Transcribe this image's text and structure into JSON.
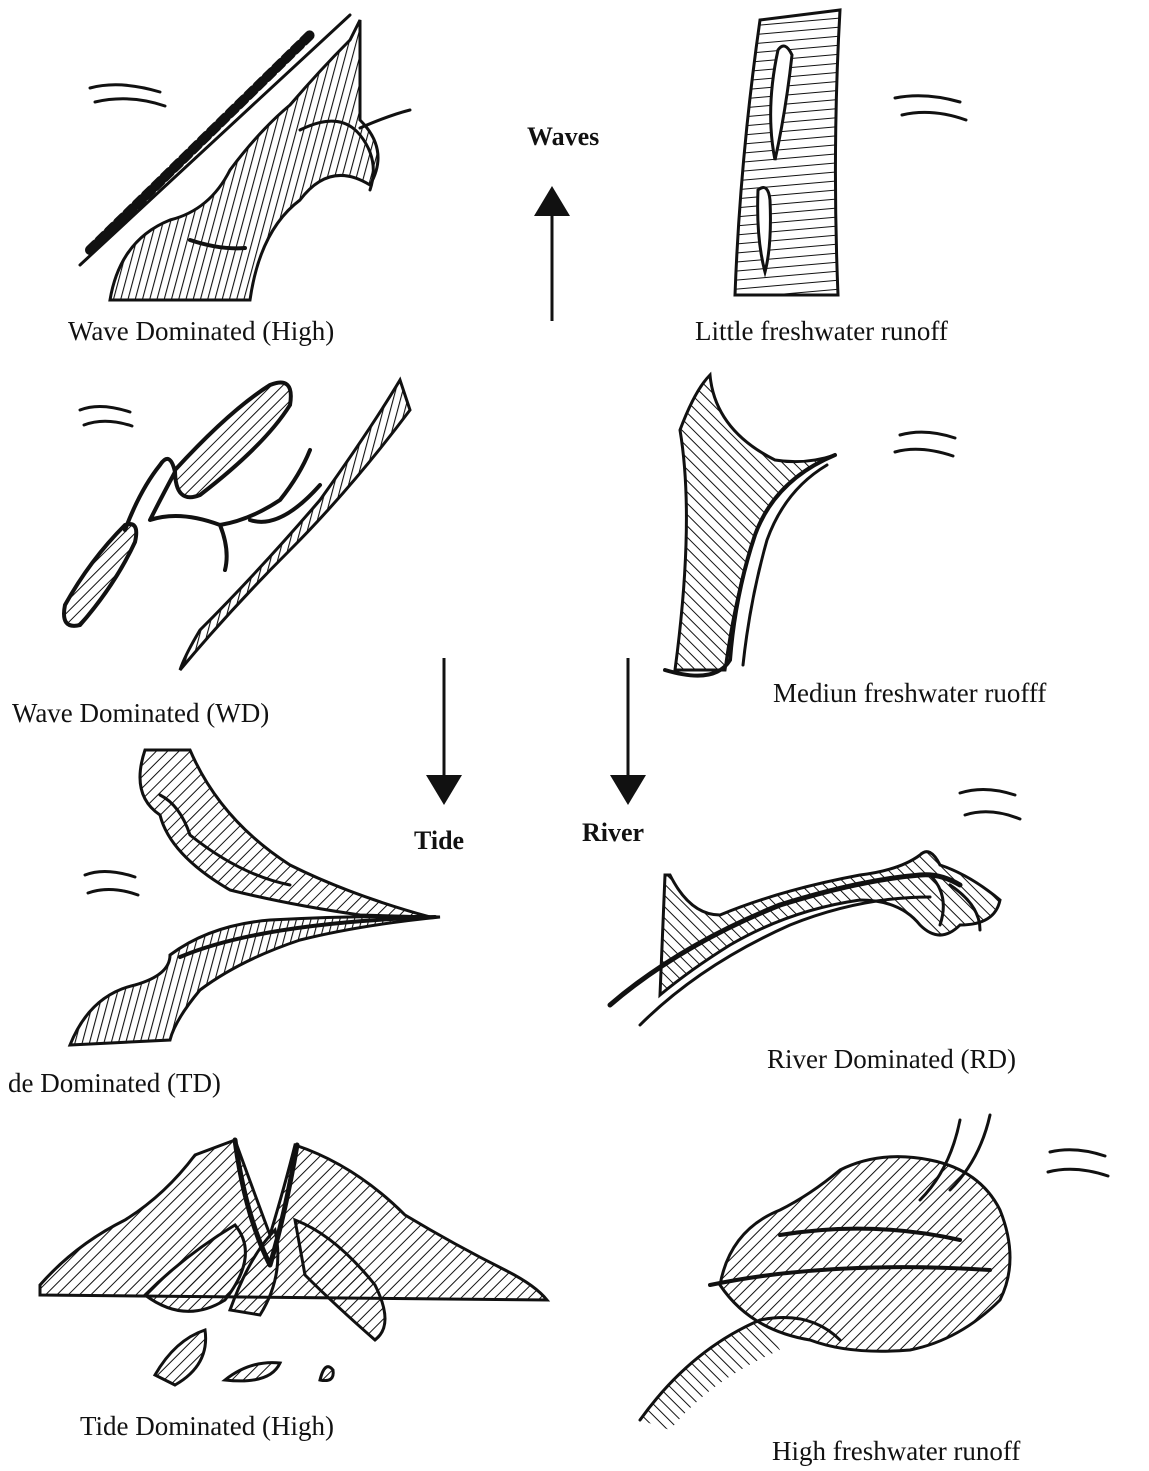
{
  "panels": {
    "wave_high": "Wave Dominated (High)",
    "little_runoff": "Little freshwater runoff",
    "wave_wd": "Wave Dominated (WD)",
    "medium_runoff": "Mediun freshwater ruofff",
    "tide_td": "de Dominated (TD)",
    "river_rd": "River Dominated (RD)",
    "tide_high": "Tide Dominated (High)",
    "high_runoff": "High freshwater runoff"
  },
  "arrows": {
    "waves": "Waves",
    "tide": "Tide",
    "river": "River"
  }
}
